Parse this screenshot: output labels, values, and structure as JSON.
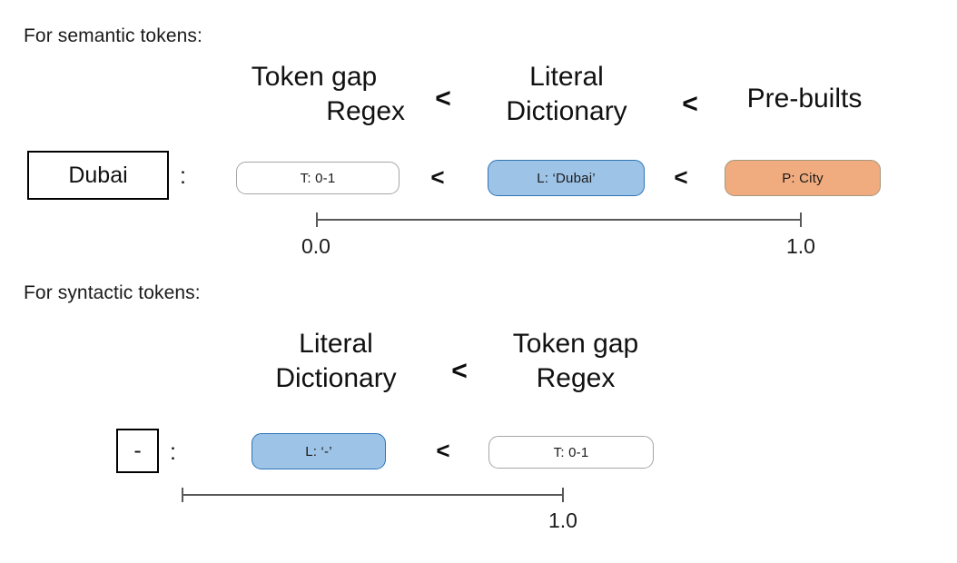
{
  "figure": {
    "sections": [
      {
        "id": "semantic",
        "caption": "For semantic tokens:",
        "headers": [
          {
            "id": "token-gap-regex",
            "line1": "Token gap",
            "line2": "Regex"
          },
          {
            "id": "literal-dictionary",
            "line1": "Literal",
            "line2": "Dictionary"
          },
          {
            "id": "pre-builts",
            "line1": "Pre-builts",
            "line2": ""
          }
        ],
        "operators": [
          "<",
          "<"
        ],
        "token": {
          "label": "Dubai",
          "separator": ":"
        },
        "pills": [
          {
            "id": "token-gap-pill",
            "label": "T: 0-1",
            "style": "outline"
          },
          {
            "id": "literal-pill",
            "label": "L: ‘Dubai’",
            "style": "blue"
          },
          {
            "id": "prebuilt-pill",
            "label": "P: City",
            "style": "orange"
          }
        ],
        "row_operators": [
          "<",
          "<"
        ],
        "axis": {
          "ticks": [
            "0.0",
            "1.0"
          ]
        }
      },
      {
        "id": "syntactic",
        "caption": "For syntactic tokens:",
        "headers": [
          {
            "id": "literal-dictionary",
            "line1": "Literal",
            "line2": "Dictionary"
          },
          {
            "id": "token-gap-regex",
            "line1": "Token gap",
            "line2": "Regex"
          }
        ],
        "operators": [
          "<"
        ],
        "token": {
          "label": "-",
          "separator": ":"
        },
        "pills": [
          {
            "id": "literal-pill",
            "label": "L: ‘-’",
            "style": "blue"
          },
          {
            "id": "token-gap-pill",
            "label": "T: 0-1",
            "style": "outline"
          }
        ],
        "row_operators": [
          "<"
        ],
        "axis": {
          "ticks": [
            "1.0"
          ]
        }
      }
    ]
  },
  "colors": {
    "blue_fill": "#9dc3e6",
    "blue_border": "#2e75b6",
    "orange_fill": "#f0ab7e",
    "orange_border": "#a6977f",
    "outline_border": "#a6a6a6",
    "axis": "#595959",
    "text": "#111111",
    "background": "#ffffff"
  }
}
